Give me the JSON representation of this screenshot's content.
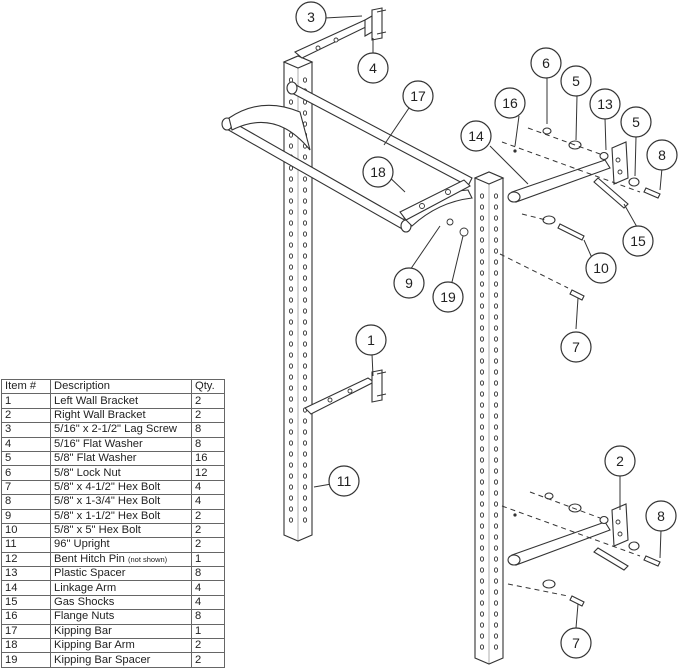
{
  "table": {
    "headers": {
      "item": "Item #",
      "description": "Description",
      "qty": "Qty."
    },
    "rows": [
      {
        "item": "1",
        "description": "Left Wall Bracket",
        "note": "",
        "qty": "2"
      },
      {
        "item": "2",
        "description": "Right Wall Bracket",
        "note": "",
        "qty": "2"
      },
      {
        "item": "3",
        "description": "5/16\" x 2-1/2\" Lag Screw",
        "note": "",
        "qty": "8"
      },
      {
        "item": "4",
        "description": "5/16\" Flat Washer",
        "note": "",
        "qty": "8"
      },
      {
        "item": "5",
        "description": "5/8\" Flat Washer",
        "note": "",
        "qty": "16"
      },
      {
        "item": "6",
        "description": "5/8\" Lock Nut",
        "note": "",
        "qty": "12"
      },
      {
        "item": "7",
        "description": "5/8\" x 4-1/2\" Hex Bolt",
        "note": "",
        "qty": "4"
      },
      {
        "item": "8",
        "description": "5/8\" x 1-3/4\" Hex Bolt",
        "note": "",
        "qty": "4"
      },
      {
        "item": "9",
        "description": "5/8\" x 1-1/2\" Hex Bolt",
        "note": "",
        "qty": "2"
      },
      {
        "item": "10",
        "description": "5/8\" x 5\" Hex Bolt",
        "note": "",
        "qty": "2"
      },
      {
        "item": "11",
        "description": "96\" Upright",
        "note": "",
        "qty": "2"
      },
      {
        "item": "12",
        "description": "Bent Hitch Pin",
        "note": "(not shown)",
        "qty": "1"
      },
      {
        "item": "13",
        "description": "Plastic Spacer",
        "note": "",
        "qty": "8"
      },
      {
        "item": "14",
        "description": "Linkage Arm",
        "note": "",
        "qty": "4"
      },
      {
        "item": "15",
        "description": "Gas Shocks",
        "note": "",
        "qty": "4"
      },
      {
        "item": "16",
        "description": "Flange Nuts",
        "note": "",
        "qty": "8"
      },
      {
        "item": "17",
        "description": "Kipping Bar",
        "note": "",
        "qty": "1"
      },
      {
        "item": "18",
        "description": "Kipping Bar Arm",
        "note": "",
        "qty": "2"
      },
      {
        "item": "19",
        "description": "Kipping Bar Spacer",
        "note": "",
        "qty": "2"
      }
    ]
  },
  "callouts": {
    "c1": "1",
    "c2": "2",
    "c3": "3",
    "c4": "4",
    "c5a": "5",
    "c5b": "5",
    "c6": "6",
    "c7a": "7",
    "c7b": "7",
    "c8a": "8",
    "c8b": "8",
    "c9": "9",
    "c10": "10",
    "c11": "11",
    "c13": "13",
    "c14": "14",
    "c15": "15",
    "c16": "16",
    "c17": "17",
    "c18": "18",
    "c19": "19"
  }
}
